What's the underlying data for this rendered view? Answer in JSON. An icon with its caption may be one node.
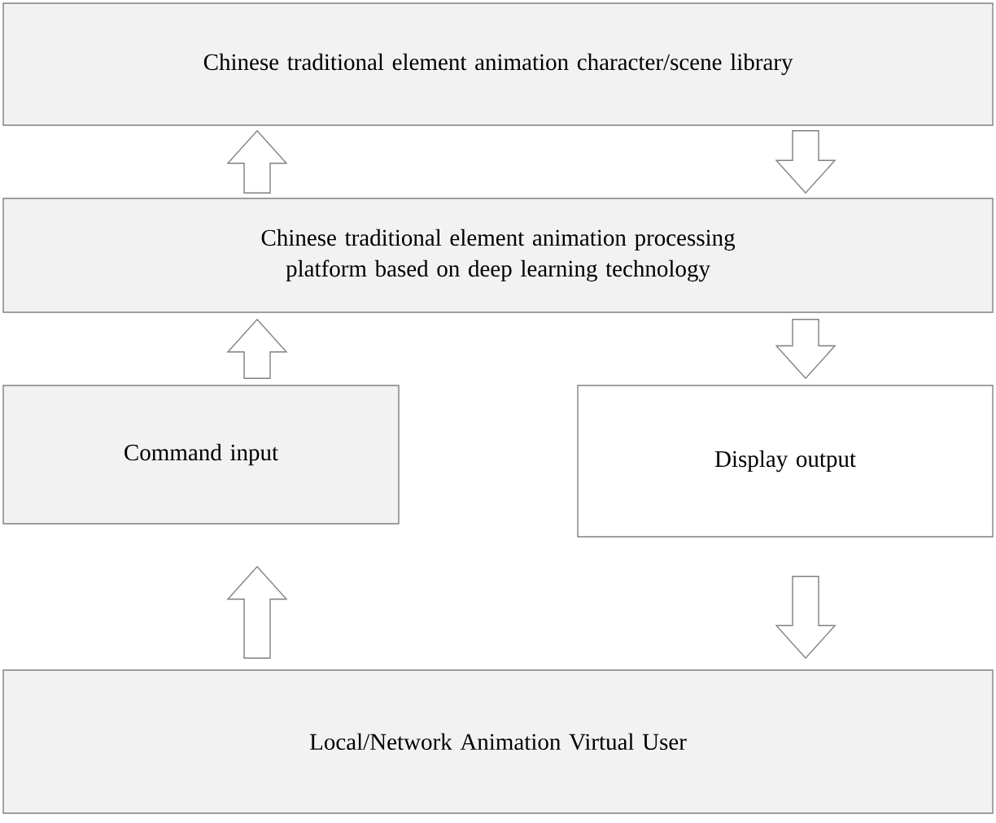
{
  "diagram": {
    "nodes": [
      {
        "text": [
          "Chinese traditional element animation character/scene library"
        ]
      },
      {
        "text": [
          "Chinese traditional element animation processing platform based on deep learning technology"
        ]
      },
      {
        "text": [
          "Command input"
        ]
      },
      {
        "text": [
          "Display output"
        ]
      },
      {
        "text": [
          "Local/Network Animation Virtual User"
        ]
      }
    ],
    "edges": [
      {
        "from": 1,
        "to": 0,
        "arrow": "to"
      },
      {
        "from": 0,
        "to": 1,
        "arrow": "to"
      },
      {
        "from": 2,
        "to": 1,
        "arrow": "to"
      },
      {
        "from": 1,
        "to": 3,
        "arrow": "to"
      },
      {
        "from": 4,
        "to": 2,
        "arrow": "to"
      },
      {
        "from": 3,
        "to": 4,
        "arrow": "to"
      }
    ]
  }
}
